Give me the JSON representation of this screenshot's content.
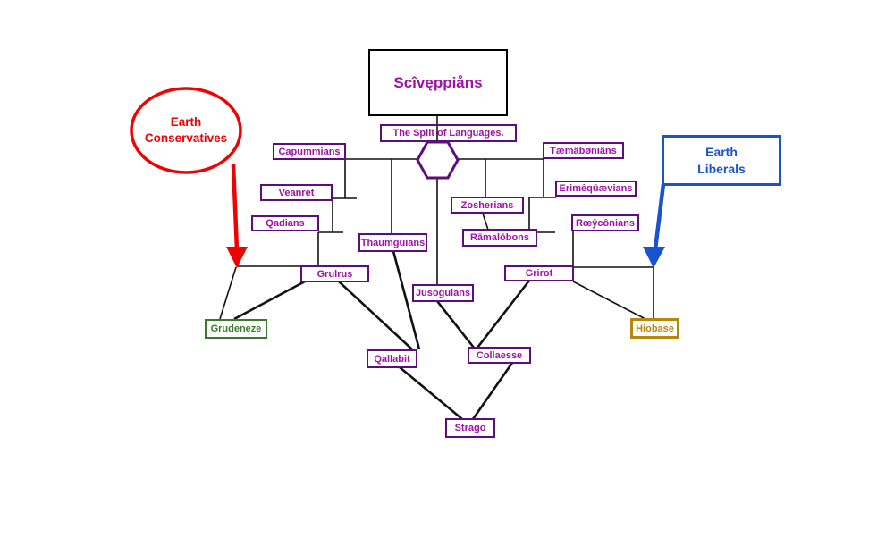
{
  "diagram": {
    "title": "Scîvęppiåns",
    "subtitle": "The Split of Languages.",
    "nodes": {
      "capummians": {
        "label": "Capummians"
      },
      "taemabonians": {
        "label": "Tæmâbøniäns"
      },
      "veanret": {
        "label": "Veanret"
      },
      "qadians": {
        "label": "Qadians"
      },
      "thaumguians": {
        "label": "Thaumguians"
      },
      "zosherians": {
        "label": "Zosherians"
      },
      "ramalobons": {
        "label": "Rāmalōbons"
      },
      "erimequaevians": {
        "label": "Erimėqūævians"
      },
      "roeyconians": {
        "label": "Rœȳcônians"
      },
      "grulrus": {
        "label": "Grulrus"
      },
      "grirot": {
        "label": "Grirot"
      },
      "jusoguians": {
        "label": "Jusoguians"
      },
      "grudeneze": {
        "label": "Grudeneze"
      },
      "hiobase": {
        "label": "Hiobase"
      },
      "qallabit": {
        "label": "Qallabit"
      },
      "collaesse": {
        "label": "Collaesse"
      },
      "strago": {
        "label": "Strago"
      }
    },
    "annotations": {
      "conservatives": {
        "line1": "Earth",
        "line2": "Conservatives"
      },
      "liberals": {
        "line1": "Earth",
        "line2": "Liberals"
      }
    },
    "edges": [
      [
        "Scîvęppiåns",
        "The Split of Languages."
      ],
      [
        "The Split of Languages.",
        "Capummians"
      ],
      [
        "The Split of Languages.",
        "Tæmâbøniäns"
      ],
      [
        "The Split of Languages.",
        "Jusoguians"
      ],
      [
        "Capummians",
        "Veanret"
      ],
      [
        "Capummians",
        "Thaumguians"
      ],
      [
        "Veanret",
        "Qadians"
      ],
      [
        "Qadians",
        "Grulrus"
      ],
      [
        "Tæmâbøniäns",
        "Zosherians"
      ],
      [
        "Tæmâbøniäns",
        "Erimėqūævians"
      ],
      [
        "Zosherians",
        "Rāmalōbons"
      ],
      [
        "Erimėqūævians",
        "Rœȳcônians"
      ],
      [
        "Rœȳcônians",
        "Grirot"
      ],
      [
        "Grulrus",
        "Grudeneze"
      ],
      [
        "Grulrus",
        "Qallabit"
      ],
      [
        "Thaumguians",
        "Qallabit"
      ],
      [
        "Jusoguians",
        "Collaesse"
      ],
      [
        "Grirot",
        "Collaesse"
      ],
      [
        "Grirot",
        "Hiobase"
      ],
      [
        "Qallabit",
        "Strago"
      ],
      [
        "Collaesse",
        "Strago"
      ],
      [
        "Earth Conservatives",
        "Grudeneze branch"
      ],
      [
        "Earth Liberals",
        "Hiobase branch"
      ]
    ],
    "colors": {
      "node_border": "#5e0d7e",
      "node_text": "#a111a8",
      "line": "#111111",
      "conservatives_red": "#ee0202",
      "liberals_blue": "#1a53cf",
      "grudeneze_green": "#3a7a2e",
      "hiobase_gold": "#b8860b",
      "title_box_border": "#000000"
    }
  }
}
